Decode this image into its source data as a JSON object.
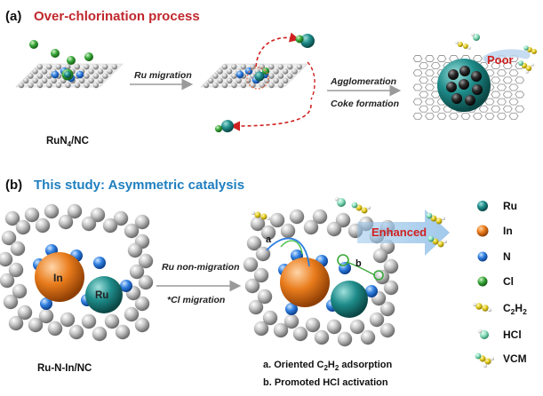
{
  "panel_a": {
    "letter": "(a)",
    "title": "Over-chlorination process",
    "arrow1_label": "Ru migration",
    "arrow2_label_line1": "Agglomeration",
    "arrow2_label_line2": "Coke formation",
    "catalyst_label_main": "RuN",
    "catalyst_label_sub": "4",
    "catalyst_label_tail": "/NC",
    "poor_label": "Poor"
  },
  "panel_b": {
    "letter": "(b)",
    "title": "This study:  Asymmetric catalysis",
    "in_label": "In",
    "ru_label": "Ru",
    "arrow_label_line1": "Ru non-migration",
    "arrow_label_line2": "*Cl migration",
    "catalyst_label": "Ru-N-In/NC",
    "path_a": "a",
    "path_b": "b",
    "enhanced_label": "Enhanced",
    "caption_a_pre": "a. Oriented C",
    "caption_a_sub1": "2",
    "caption_a_mid": "H",
    "caption_a_sub2": "2",
    "caption_a_post": " adsorption",
    "caption_b": "b. Promoted HCl activation"
  },
  "legend": {
    "items": [
      {
        "label": "Ru",
        "icon": "teal-sphere-icon"
      },
      {
        "label": "In",
        "icon": "orange-sphere-icon"
      },
      {
        "label": "N",
        "icon": "blue-sphere-icon"
      },
      {
        "label": "Cl",
        "icon": "green-sphere-icon"
      },
      {
        "label": "C2H2",
        "label_pre": "C",
        "label_sub1": "2",
        "label_mid": "H",
        "label_sub2": "2",
        "icon": "acetylene-molecule-icon"
      },
      {
        "label": "HCl",
        "icon": "hcl-molecule-icon"
      },
      {
        "label": "VCM",
        "icon": "vcm-molecule-icon"
      }
    ]
  },
  "colors": {
    "title_a": "#c0282d",
    "title_b": "#1f7fc0",
    "ru": "#1e8c8a",
    "in": "#e97c1c",
    "n": "#2f7fe0",
    "cl": "#3aa83a",
    "carbon": "#b8b8b8",
    "arrow_red": "#d02020",
    "poor": "#d02020",
    "enhanced": "#d02020"
  }
}
